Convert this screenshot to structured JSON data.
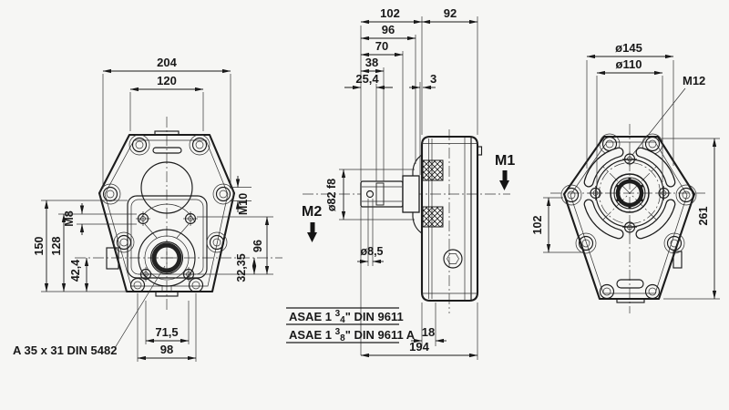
{
  "front": {
    "d204": "204",
    "d120": "120",
    "d150": "150",
    "d128": "128",
    "m8": "M8",
    "d424": "42,4",
    "m10": "M10",
    "d96": "96",
    "d3235": "32,35",
    "d715": "71,5",
    "d98": "98",
    "spline_callout": "A 35 x 31 DIN 5482"
  },
  "side": {
    "d102": "102",
    "d92": "92",
    "d96": "96",
    "d70": "70",
    "d38": "38",
    "d254": "25,4",
    "d3": "3",
    "dia82": "ø82 f8",
    "dia85": "ø8,5",
    "d18": "18",
    "d194": "194",
    "m1": "M1",
    "m2": "M2",
    "asae": [
      {
        "prefix": "ASAE 1 ",
        "num": "3",
        "den": "4",
        "suffix": "\" DIN 9611"
      },
      {
        "prefix": "ASAE 1 ",
        "num": "3",
        "den": "8",
        "suffix": "\" DIN 9611 A"
      }
    ]
  },
  "rear": {
    "d145": "ø145",
    "d110": "ø110",
    "m12": "M12",
    "d102": "102",
    "d261": "261"
  }
}
